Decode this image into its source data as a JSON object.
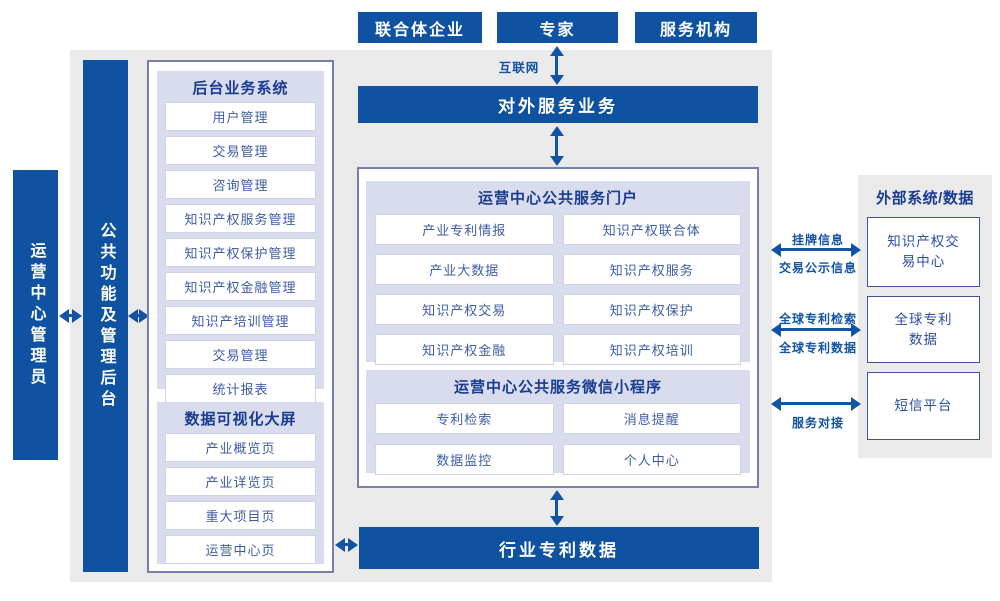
{
  "colors": {
    "primary_blue": "#0f52a2",
    "arrow_blue": "#1253a4",
    "title_navy": "#1a3c90",
    "item_text": "#3d5ca6",
    "lavender": "#d8dcec",
    "canvas_gray": "#eaeaeb",
    "box_border": "#767fa9",
    "item_border": "#ced3e6",
    "ext_box_border": "#40549b",
    "ext_text": "#2b4da0"
  },
  "top_actors": [
    "联合体企业",
    "专家",
    "服务机构"
  ],
  "internet_label": "互联网",
  "external_service_bar": "对外服务业务",
  "left_rails": {
    "admin": "运营中心管理员",
    "backend": "公共功能及管理后台"
  },
  "backend_system": {
    "title": "后台业务系统",
    "items": [
      "用户管理",
      "交易管理",
      "咨询管理",
      "知识产权服务管理",
      "知识产权保护管理",
      "知识产权金融管理",
      "知识产培训管理",
      "交易管理",
      "统计报表"
    ]
  },
  "dashboard": {
    "title": "数据可视化大屏",
    "items": [
      "产业概览页",
      "产业详览页",
      "重大项目页",
      "运营中心页"
    ]
  },
  "portal": {
    "title": "运营中心公共服务门户",
    "items": [
      "产业专利情报",
      "知识产权联合体",
      "产业大数据",
      "知识产权服务",
      "知识产权交易",
      "知识产权保护",
      "知识产权金融",
      "知识产权培训"
    ]
  },
  "mini_program": {
    "title": "运营中心公共服务微信小程序",
    "items": [
      "专利检索",
      "消息提醒",
      "数据监控",
      "个人中心"
    ]
  },
  "industry_patent_bar": "行业专利数据",
  "external_panel": {
    "title": "外部系统/数据",
    "systems": [
      "知识产权交易中心",
      "全球专利数据",
      "短信平台"
    ]
  },
  "link_labels": {
    "listing_info": "挂牌信息",
    "trade_publicity": "交易公示信息",
    "global_patent_search": "全球专利检索",
    "global_patent_data": "全球专利数据",
    "service_integration": "服务对接"
  }
}
